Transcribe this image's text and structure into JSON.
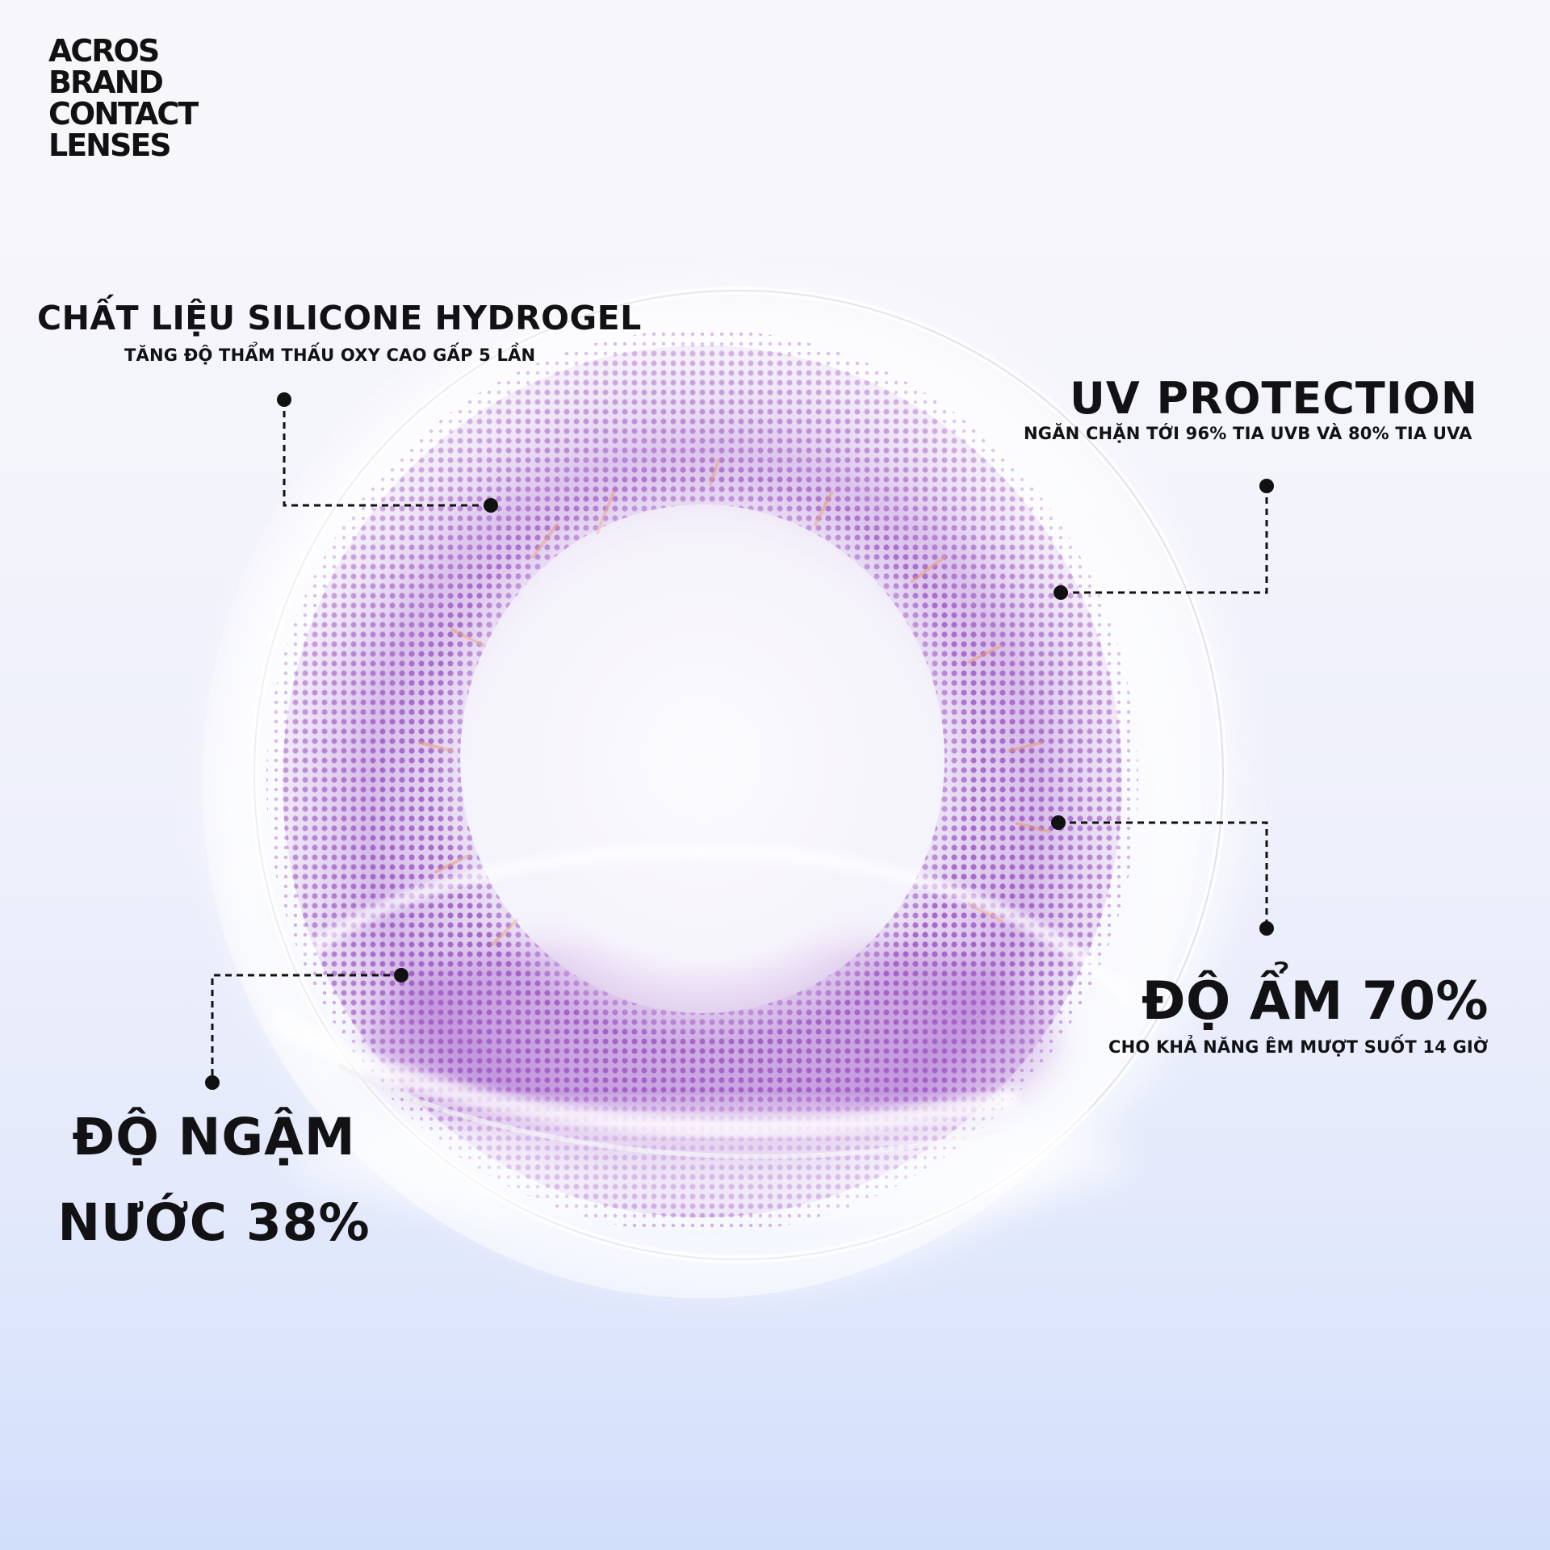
{
  "brand": {
    "lines": [
      "ACROS",
      "BRAND",
      "CONTACT",
      "LENSES"
    ]
  },
  "callouts": {
    "silicone": {
      "title": "CHẤT LIỆU SILICONE HYDROGEL",
      "subtitle": "TĂNG ĐỘ THẨM THẤU OXY CAO GẤP 5 LẦN"
    },
    "uv": {
      "title": "UV PROTECTION",
      "subtitle": "NGĂN CHẶN TỚI 96% TIA UVB VÀ 80% TIA UVA"
    },
    "moisture": {
      "title": "ĐỘ ẨM 70%",
      "subtitle": "CHO KHẢ NĂNG ÊM MƯỢT SUỐT 14 GIỜ"
    },
    "water": {
      "title_line1": "ĐỘ NGẬM",
      "title_line2": "NƯỚC 38%"
    }
  },
  "colors": {
    "lens_purple": "#a35ac8",
    "lens_orange": "#e69a72",
    "text": "#121214",
    "background_top": "#f7f7fb",
    "background_bottom": "#d2dffb"
  }
}
